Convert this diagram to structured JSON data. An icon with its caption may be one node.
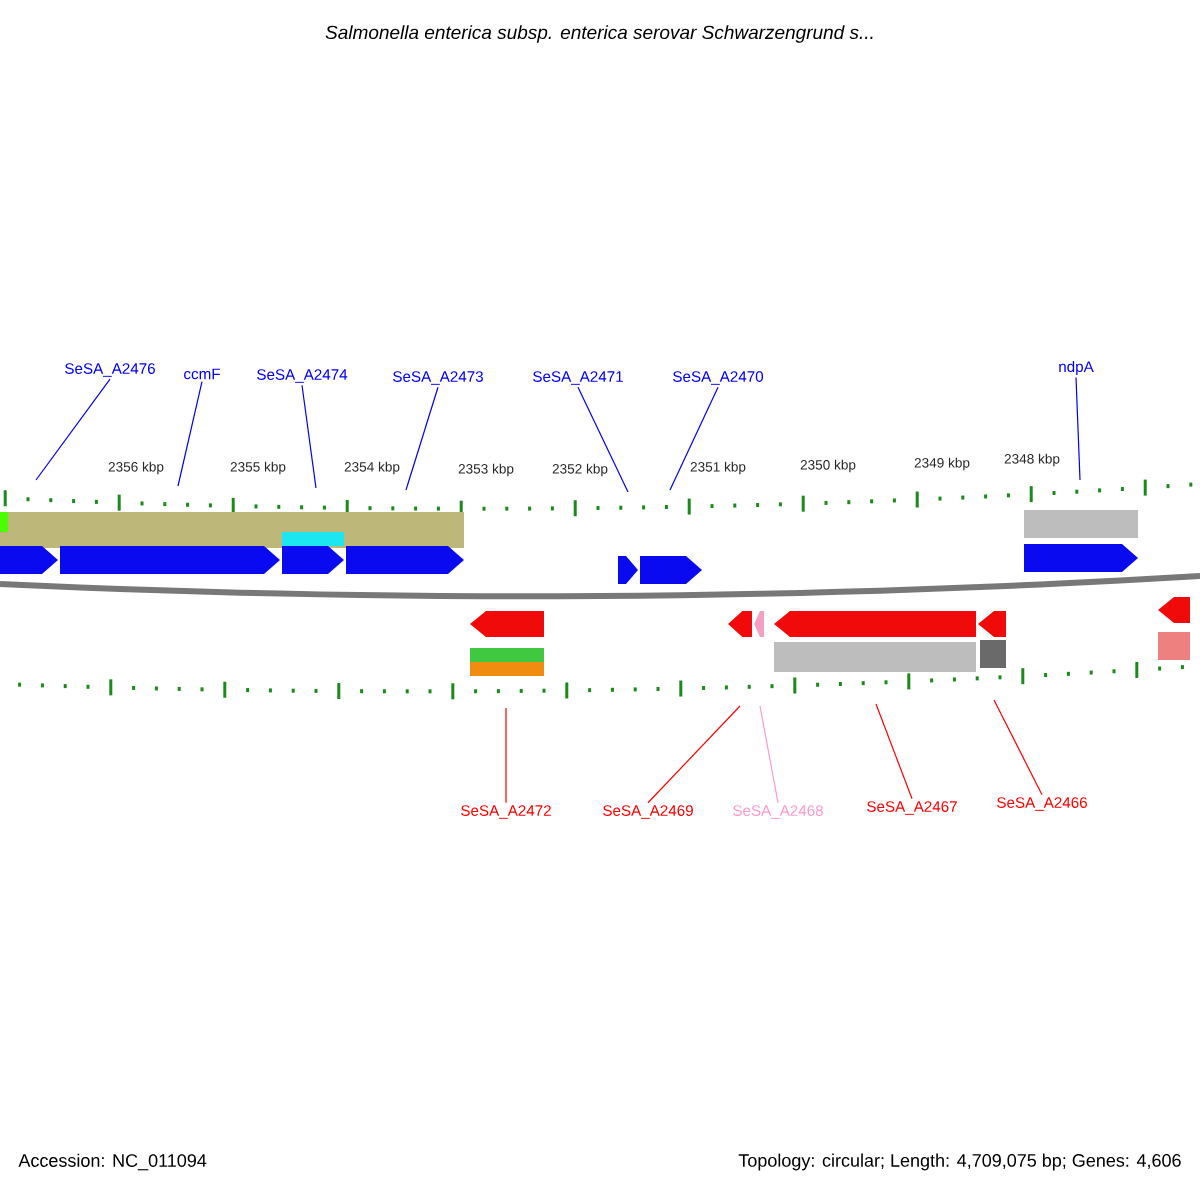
{
  "diagram": {
    "title": "Salmonella enterica subsp. enterica serovar Schwarzengrund s...",
    "nodes": [
      {
        "text": [
          "SeSA_A2476"
        ]
      },
      {
        "text": [
          "ccmF"
        ]
      },
      {
        "text": [
          "SeSA_A2474"
        ]
      },
      {
        "text": [
          "SeSA_A2473"
        ]
      },
      {
        "text": [
          "SeSA_A2471"
        ]
      },
      {
        "text": [
          "SeSA_A2470"
        ]
      },
      {
        "text": [
          "ndpA"
        ]
      },
      {
        "text": [
          "SeSA_A2472"
        ]
      },
      {
        "text": [
          "SeSA_A2469"
        ]
      },
      {
        "text": [
          "SeSA_A2468"
        ]
      },
      {
        "text": [
          "SeSA_A2467"
        ]
      },
      {
        "text": [
          "SeSA_A2466"
        ]
      }
    ],
    "edges": [
      {
        "from": 0,
        "to": null,
        "arrow": "none"
      },
      {
        "from": 1,
        "to": null,
        "arrow": "none"
      },
      {
        "from": 2,
        "to": null,
        "arrow": "none"
      },
      {
        "from": 3,
        "to": null,
        "arrow": "none"
      },
      {
        "from": 4,
        "to": null,
        "arrow": "none"
      },
      {
        "from": 5,
        "to": null,
        "arrow": "none"
      },
      {
        "from": 6,
        "to": null,
        "arrow": "none"
      },
      {
        "from": 7,
        "to": null,
        "arrow": "none",
        "color": "#ff0000"
      },
      {
        "from": 8,
        "to": null,
        "arrow": "none",
        "color": "#ff0000"
      },
      {
        "from": 9,
        "to": null,
        "arrow": "none",
        "color": "#ff99cc"
      },
      {
        "from": 10,
        "to": null,
        "arrow": "none",
        "color": "#ff0000"
      },
      {
        "from": 11,
        "to": null,
        "arrow": "none",
        "color": "#ff0000"
      }
    ],
    "labels": [
      "2356 kbp",
      "2355 kbp",
      "2354 kbp",
      "2353 kbp",
      "2352 kbp",
      "2351 kbp",
      "2350 kbp",
      "2349 kbp",
      "2348 kbp",
      "Accession: NC_011094",
      "Topology: circular; Length: 4,709,075 bp; Genes: 4,606"
    ]
  }
}
